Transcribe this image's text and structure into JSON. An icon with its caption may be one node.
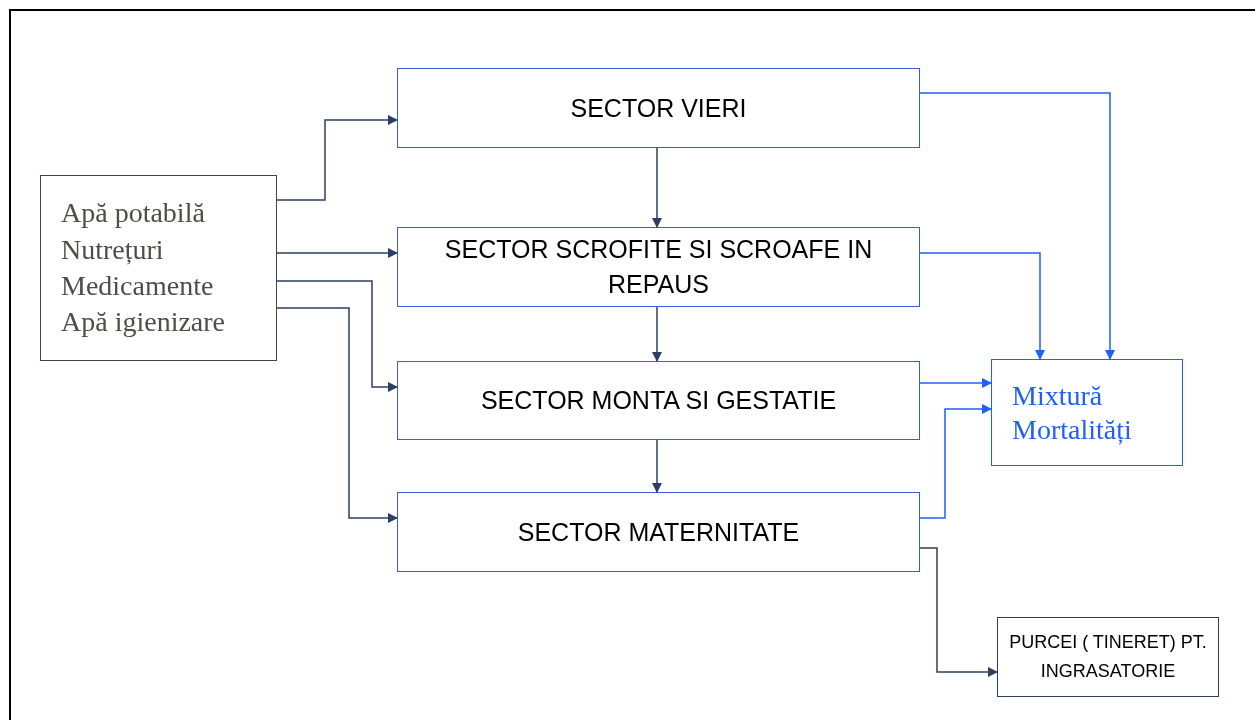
{
  "diagram": {
    "nodes": [
      {
        "text": [
          "Apă potabilă",
          "Nutrețuri",
          "Medicamente",
          "Apă igienizare"
        ]
      },
      {
        "text": [
          "SECTOR VIERI"
        ]
      },
      {
        "text": [
          "SECTOR SCROFITE SI SCROAFE IN REPAUS"
        ]
      },
      {
        "text": [
          "SECTOR MONTA SI GESTATIE"
        ]
      },
      {
        "text": [
          "SECTOR MATERNITATE"
        ]
      },
      {
        "text": [
          "Mixtură Mortalități"
        ]
      },
      {
        "text": [
          "PURCEI ( TINERET) PT. INGRASATORIE"
        ]
      }
    ],
    "edges": [
      {
        "from": 0,
        "to": 1,
        "arrow": "to"
      },
      {
        "from": 0,
        "to": 2,
        "arrow": "to"
      },
      {
        "from": 0,
        "to": 3,
        "arrow": "to"
      },
      {
        "from": 0,
        "to": 4,
        "arrow": "to"
      },
      {
        "from": 1,
        "to": 2,
        "arrow": "to"
      },
      {
        "from": 2,
        "to": 3,
        "arrow": "to"
      },
      {
        "from": 3,
        "to": 4,
        "arrow": "to"
      },
      {
        "from": 1,
        "to": 5,
        "arrow": "to",
        "color": "#1f5eff"
      },
      {
        "from": 2,
        "to": 5,
        "arrow": "to",
        "color": "#1f5eff"
      },
      {
        "from": 3,
        "to": 5,
        "arrow": "to",
        "color": "#1f5eff"
      },
      {
        "from": 4,
        "to": 5,
        "arrow": "to",
        "color": "#1f5eff"
      },
      {
        "from": 4,
        "to": 6,
        "arrow": "to"
      }
    ]
  }
}
